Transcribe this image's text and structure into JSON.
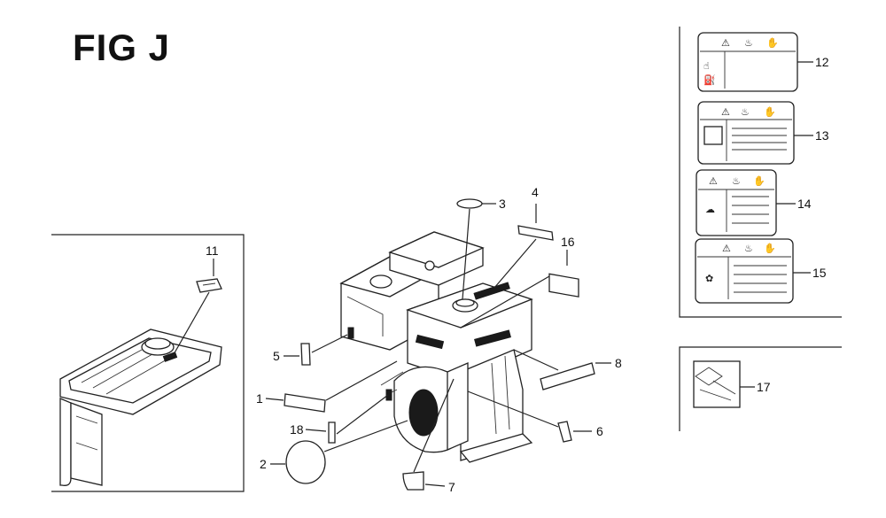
{
  "figure": {
    "title": "FIG J"
  },
  "callouts": [
    {
      "id": "c1",
      "label": "1"
    },
    {
      "id": "c2",
      "label": "2"
    },
    {
      "id": "c3",
      "label": "3"
    },
    {
      "id": "c4",
      "label": "4"
    },
    {
      "id": "c5",
      "label": "5"
    },
    {
      "id": "c6",
      "label": "6"
    },
    {
      "id": "c7",
      "label": "7"
    },
    {
      "id": "c8",
      "label": "8"
    },
    {
      "id": "c11",
      "label": "11"
    },
    {
      "id": "c12",
      "label": "12"
    },
    {
      "id": "c13",
      "label": "13"
    },
    {
      "id": "c14",
      "label": "14"
    },
    {
      "id": "c15",
      "label": "15"
    },
    {
      "id": "c16",
      "label": "16"
    },
    {
      "id": "c17",
      "label": "17"
    },
    {
      "id": "c18",
      "label": "18"
    }
  ],
  "colors": {
    "line": "#222222",
    "background": "#ffffff"
  }
}
